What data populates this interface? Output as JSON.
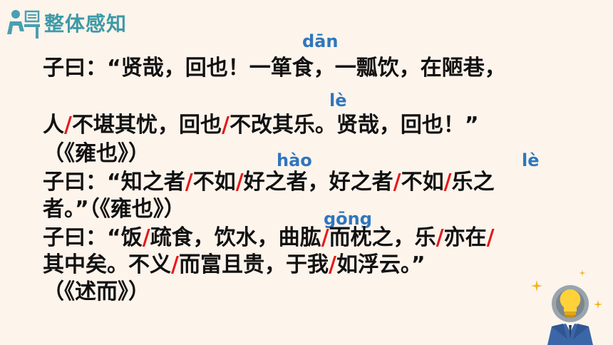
{
  "header": {
    "title": "整体感知"
  },
  "pinyin": {
    "dan": "dān",
    "le1": "lè",
    "hao": "hào",
    "le2": "lè",
    "gong": "gōng"
  },
  "text": {
    "l1": "子曰：“贤哉，回也！一箪食，一瓢饮，在陋巷，",
    "l2a": "人",
    "l2b": "不堪其忧，回也",
    "l2c": "不改其乐。贤哉，回也！”",
    "l3": "（《雍也》）",
    "l4a": "子曰：“知之者",
    "l4b": "不如",
    "l4c": "好之者，好之者",
    "l4d": "不如",
    "l4e": "乐之",
    "l5": "者。”（《雍也》）",
    "l6a": "子曰：“饭",
    "l6b": "疏食，饮水，曲肱",
    "l6c": "而枕之，乐",
    "l6d": "亦在",
    "l7a": "其中矣。不义",
    "l7b": "而富且贵，于我",
    "l7c": "如浮云。”",
    "l8": "（《述而》）"
  },
  "separator": "/"
}
